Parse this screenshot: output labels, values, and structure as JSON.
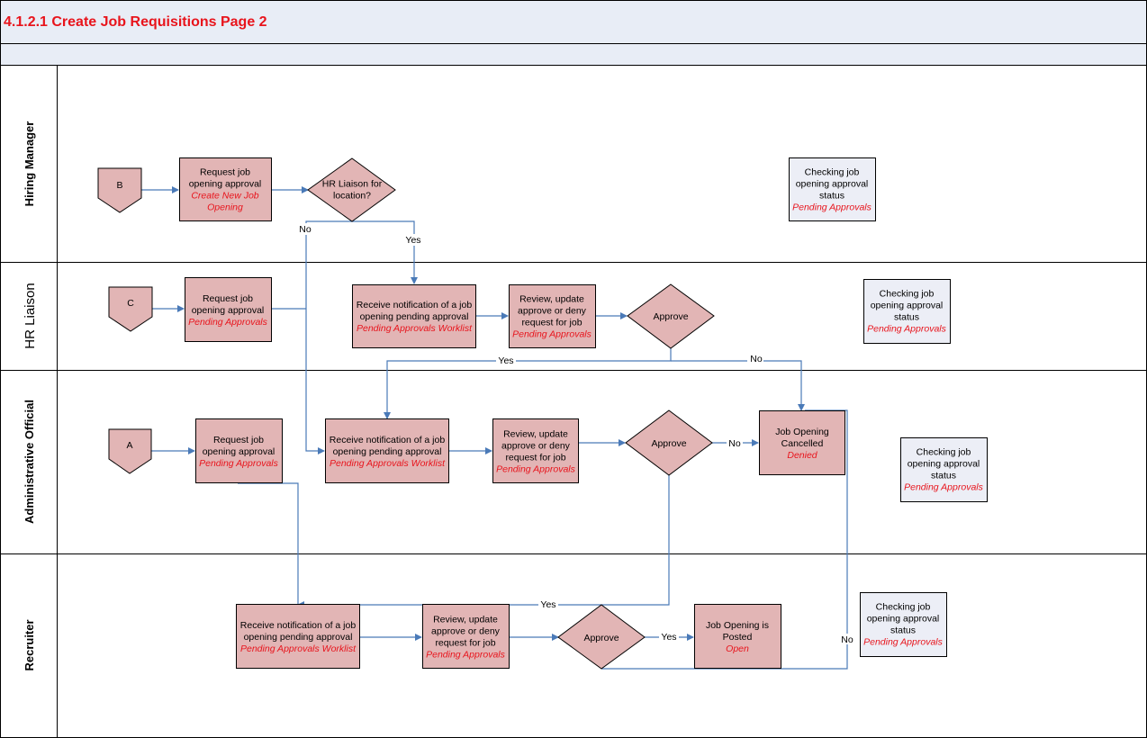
{
  "header": {
    "title": "4.1.2.1 Create Job Requisitions Page 2"
  },
  "colors": {
    "title": "#e8141c",
    "header_bg": "#e8edf6",
    "process_fill": "#e2b5b5",
    "status_fill": "#eceef6",
    "connector": "#4a7ab8"
  },
  "lanes": [
    {
      "label": "Hiring Manager"
    },
    {
      "label": "HR Liaison"
    },
    {
      "label": "Administrative Official"
    },
    {
      "label": "Recruiter"
    }
  ],
  "nodes": {
    "connB": {
      "text": "B"
    },
    "connC": {
      "text": "C"
    },
    "connA": {
      "text": "A"
    },
    "hm_request": {
      "lines": [
        "Request job",
        "opening approval"
      ],
      "red": [
        "Create New Job",
        "Opening"
      ]
    },
    "hm_decision": {
      "lines": [
        "HR Liaison for",
        "location?"
      ]
    },
    "hm_status": {
      "lines": [
        "Checking job",
        "opening approval",
        "status"
      ],
      "red": [
        "Pending Approvals"
      ]
    },
    "hr_request": {
      "lines": [
        "Request job",
        "opening approval"
      ],
      "red": [
        "Pending Approvals"
      ]
    },
    "hr_receive": {
      "lines": [
        "Receive notification of a job",
        "opening pending approval"
      ],
      "red": [
        "Pending Approvals Worklist"
      ]
    },
    "hr_review": {
      "lines": [
        "Review, update",
        "approve or deny",
        "request for job"
      ],
      "red": [
        "Pending Approvals"
      ]
    },
    "hr_approve": {
      "lines": [
        "Approve"
      ]
    },
    "hr_status": {
      "lines": [
        "Checking job",
        "opening approval",
        "status"
      ],
      "red": [
        "Pending Approvals"
      ]
    },
    "ao_request": {
      "lines": [
        "Request job",
        "opening approval"
      ],
      "red": [
        "Pending Approvals"
      ]
    },
    "ao_receive": {
      "lines": [
        "Receive notification of a job",
        "opening pending approval"
      ],
      "red": [
        "Pending Approvals Worklist"
      ]
    },
    "ao_review": {
      "lines": [
        "Review, update",
        "approve or deny",
        "request for job"
      ],
      "red": [
        "Pending Approvals"
      ]
    },
    "ao_approve": {
      "lines": [
        "Approve"
      ]
    },
    "ao_cancelled": {
      "lines": [
        "Job Opening",
        "Cancelled"
      ],
      "red": [
        "Denied"
      ]
    },
    "ao_status": {
      "lines": [
        "Checking job",
        "opening approval",
        "status"
      ],
      "red": [
        "Pending Approvals"
      ]
    },
    "rc_receive": {
      "lines": [
        "Receive notification of a job",
        "opening pending approval"
      ],
      "red": [
        "Pending Approvals Worklist"
      ]
    },
    "rc_review": {
      "lines": [
        "Review, update",
        "approve or deny",
        "request for job"
      ],
      "red": [
        "Pending Approvals"
      ]
    },
    "rc_approve": {
      "lines": [
        "Approve"
      ]
    },
    "rc_posted": {
      "lines": [
        "Job Opening is",
        "Posted"
      ],
      "red": [
        "Open"
      ]
    },
    "rc_status": {
      "lines": [
        "Checking job",
        "opening approval",
        "status"
      ],
      "red": [
        "Pending Approvals"
      ]
    }
  },
  "edge_labels": {
    "hm_no": "No",
    "hm_yes": "Yes",
    "hr_yes": "Yes",
    "hr_no": "No",
    "ao_no": "No",
    "ao_yes": "Yes",
    "rc_yes": "Yes",
    "rc_no": "No"
  }
}
